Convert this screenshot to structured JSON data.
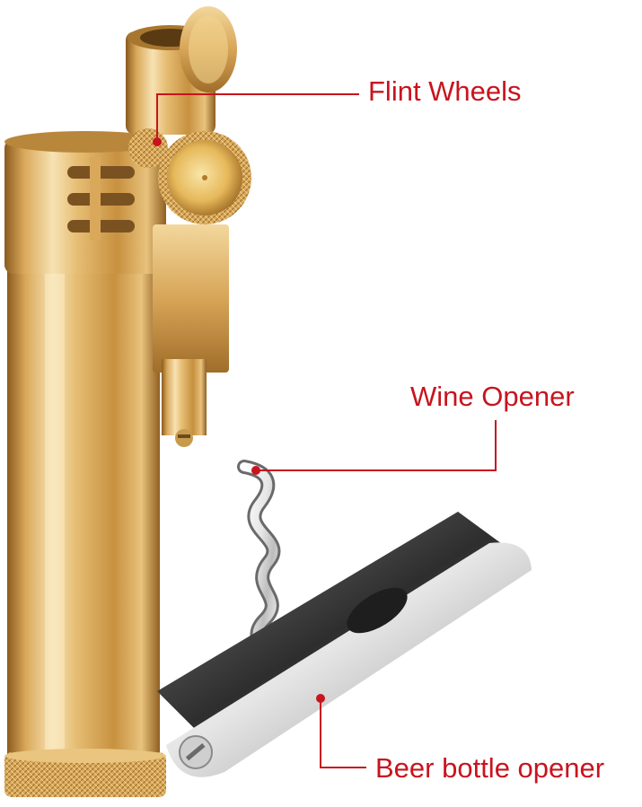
{
  "image": {
    "subject": "gold-colored trench lighter with folding corkscrew and bottle opener",
    "background_color": "#ffffff"
  },
  "callouts": {
    "flint_wheels": "Flint Wheels",
    "wine_opener": "Wine Opener",
    "beer_bottle_opener": "Beer bottle opener"
  },
  "colors": {
    "label_text": "#c8141e",
    "leader_line": "#c8141e",
    "brass_light": "#f4d9a0",
    "brass_mid": "#d9a85a",
    "brass_dark": "#8a5a1e",
    "steel_light": "#f2f2f2",
    "steel_dark": "#5a5a5a"
  }
}
